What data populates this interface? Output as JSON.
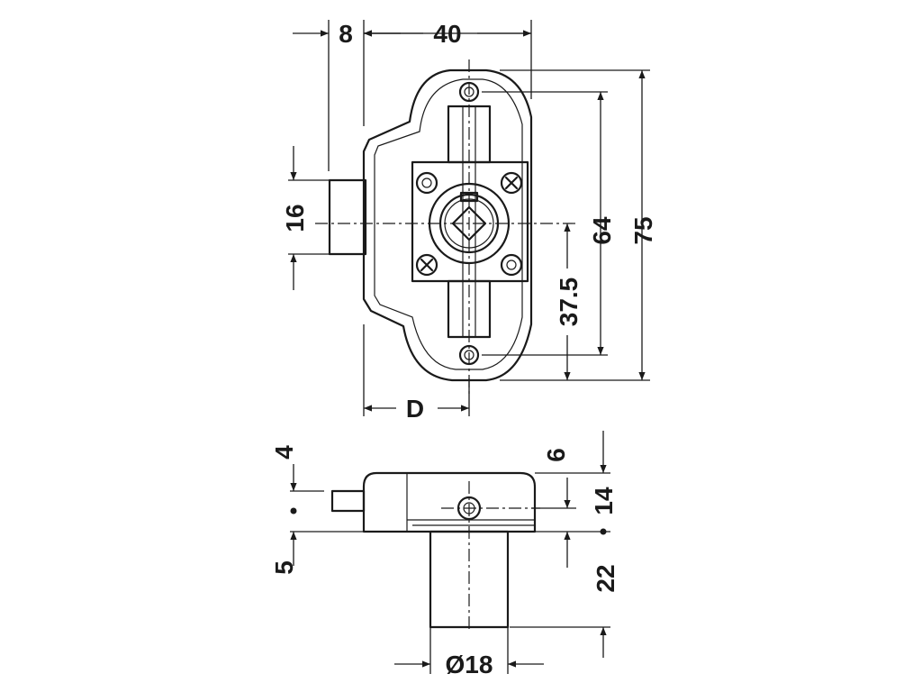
{
  "front_view": {
    "dimensions": {
      "bolt_offset": "8",
      "body_width": "40",
      "bolt_height": "16",
      "screw_spacing": "64",
      "overall_height": "75",
      "centre_to_edge": "37.5",
      "backset": "D"
    }
  },
  "side_view": {
    "dimensions": {
      "bolt_top_offset": "4",
      "bolt_bottom_offset": "5",
      "top_offset": "6",
      "body_depth": "14",
      "cylinder_length": "22",
      "cylinder_diameter": "Ø18"
    }
  }
}
